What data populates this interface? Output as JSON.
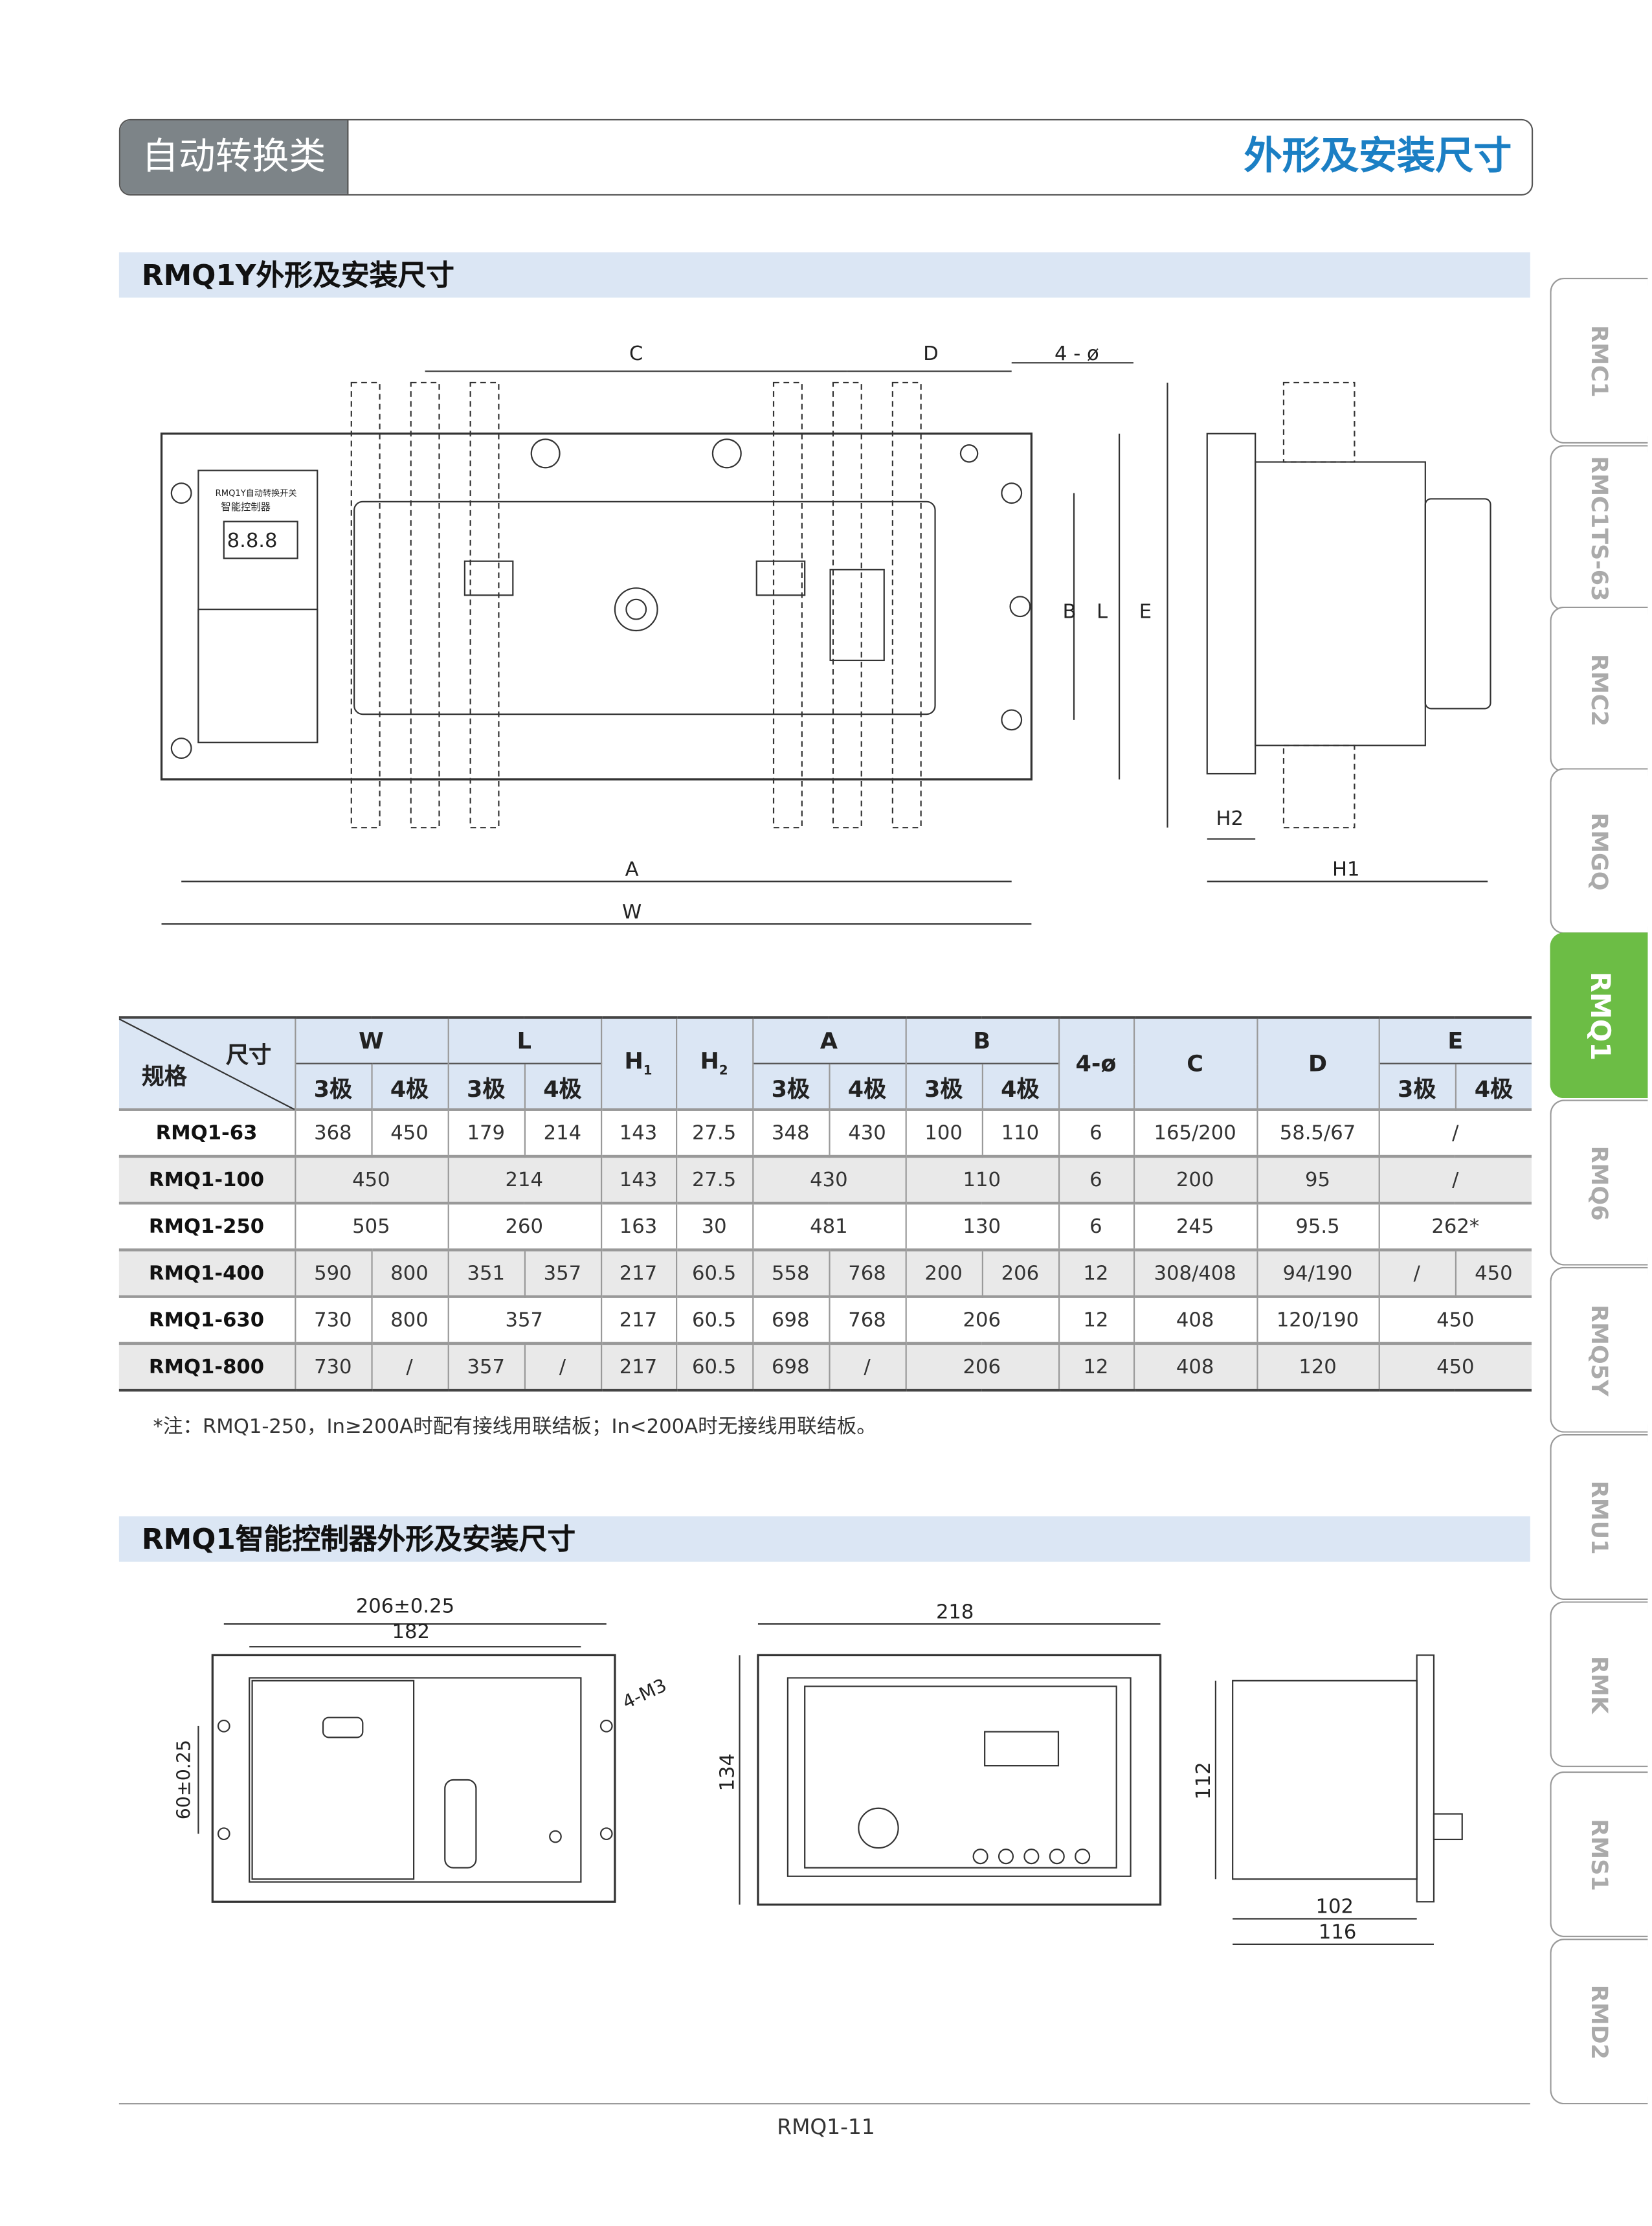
{
  "header": {
    "category": "自动转换类",
    "title": "外形及安装尺寸"
  },
  "section1": {
    "title": "RMQ1Y外形及安装尺寸",
    "drawing": {
      "C": "C",
      "D": "D",
      "hole": "4 - ø",
      "B": "B",
      "L": "L",
      "E": "E",
      "A": "A",
      "W": "W",
      "H2": "H2",
      "H1": "H1",
      "panel_line1": "RMQ1Y自动转换开关",
      "panel_line2": "智能控制器",
      "display": "8.8.8"
    }
  },
  "table": {
    "corner_top": "尺寸",
    "corner_bottom": "规格",
    "groups": [
      "W",
      "L",
      "H",
      "H",
      "A",
      "B",
      "4-ø",
      "C",
      "D",
      "E"
    ],
    "h_subs": [
      "1",
      "2"
    ],
    "pole3": "3极",
    "pole4": "4极",
    "rows": [
      {
        "name": "RMQ1-63",
        "W3": "368",
        "W4": "450",
        "L3": "179",
        "L4": "214",
        "H1": "143",
        "H2": "27.5",
        "A3": "348",
        "A4": "430",
        "B3": "100",
        "B4": "110",
        "hole": "6",
        "C": "165/200",
        "D": "58.5/67",
        "E": "/"
      },
      {
        "name": "RMQ1-100",
        "W": "450",
        "L": "214",
        "H1": "143",
        "H2": "27.5",
        "A": "430",
        "B": "110",
        "hole": "6",
        "C": "200",
        "D": "95",
        "E": "/"
      },
      {
        "name": "RMQ1-250",
        "W": "505",
        "L": "260",
        "H1": "163",
        "H2": "30",
        "A": "481",
        "B": "130",
        "hole": "6",
        "C": "245",
        "D": "95.5",
        "E": "262*"
      },
      {
        "name": "RMQ1-400",
        "W3": "590",
        "W4": "800",
        "L3": "351",
        "L4": "357",
        "H1": "217",
        "H2": "60.5",
        "A3": "558",
        "A4": "768",
        "B3": "200",
        "B4": "206",
        "hole": "12",
        "C": "308/408",
        "D": "94/190",
        "E3": "/",
        "E4": "450"
      },
      {
        "name": "RMQ1-630",
        "W3": "730",
        "W4": "800",
        "L": "357",
        "H1": "217",
        "H2": "60.5",
        "A3": "698",
        "A4": "768",
        "B": "206",
        "hole": "12",
        "C": "408",
        "D": "120/190",
        "E": "450"
      },
      {
        "name": "RMQ1-800",
        "W3": "730",
        "W4": "/",
        "L3": "357",
        "L4": "/",
        "H1": "217",
        "H2": "60.5",
        "A3": "698",
        "A4": "/",
        "B": "206",
        "hole": "12",
        "C": "408",
        "D": "120",
        "E": "450"
      }
    ]
  },
  "note": "*注：RMQ1-250，In≥200A时配有接线用联结板；In<200A时无接线用联结板。",
  "section2": {
    "title": "RMQ1智能控制器外形及安装尺寸",
    "dims": {
      "d1": "206±0.25",
      "d2": "182",
      "d3": "60±0.25",
      "d4": "4-M3",
      "d5": "218",
      "d6": "134",
      "d7": "112",
      "d8": "102",
      "d9": "116"
    }
  },
  "side_tabs": [
    "RMC1",
    "RMC1TS-63",
    "RMC2",
    "RMGQ",
    "RMQ1",
    "RMQ6",
    "RMQ5Y",
    "RMU1",
    "RMK",
    "RMS1",
    "RMD2"
  ],
  "active_tab": "RMQ1",
  "page_number": "RMQ1-11",
  "colors": {
    "accent": "#1b7fc4",
    "active_tab": "#6cbd45",
    "section_bg": "#dbe6f4"
  }
}
